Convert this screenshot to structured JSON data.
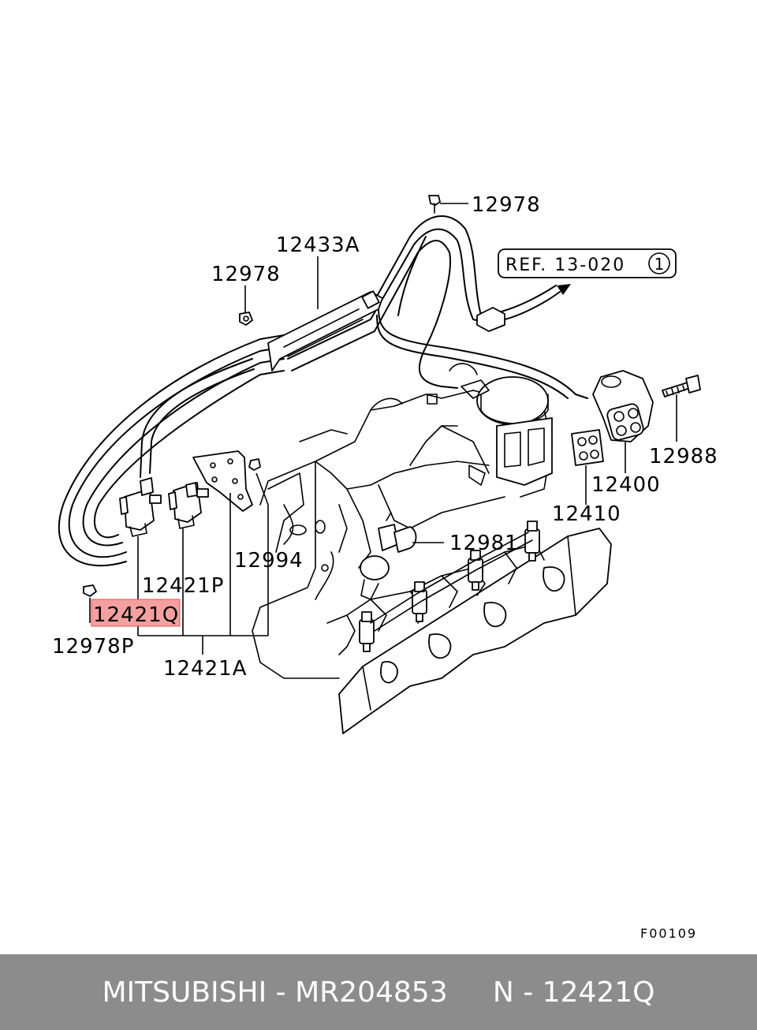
{
  "labels": {
    "p12978_top": "12978",
    "p12433A": "12433A",
    "p12978_left": "12978",
    "ref_text": "REF. 13-020",
    "ref_circle": "1",
    "p12988": "12988",
    "p12400": "12400",
    "p12410": "12410",
    "p12981": "12981",
    "p12994": "12994",
    "p12421P": "12421P",
    "p12421Q": "12421Q",
    "p12978P": "12978P",
    "p12421A": "12421A",
    "figure_code": "F00109"
  },
  "highlight_color": "#f5a0a0",
  "footer": {
    "brand": "MITSUBISHI",
    "sep1": " - ",
    "part_number": "MR204853",
    "gap": "     ",
    "position_prefix": "N",
    "sep2": " - ",
    "position": "12421Q"
  },
  "footer_color": "#8c8c8c"
}
